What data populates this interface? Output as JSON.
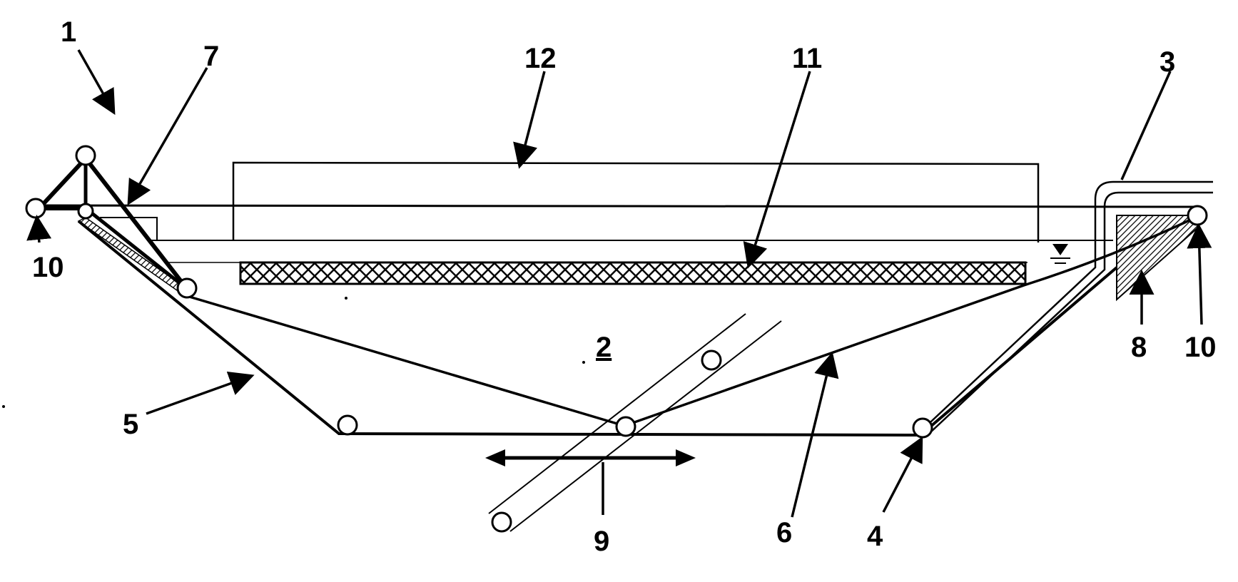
{
  "labels": {
    "l1": "1",
    "l2": "2",
    "l3": "3",
    "l4": "4",
    "l5": "5",
    "l6": "6",
    "l7": "7",
    "l8": "8",
    "l9": "9",
    "l10a": "10",
    "l10b": "10",
    "l11": "11",
    "l12": "12"
  },
  "colors": {
    "ink": "#000000",
    "background": "#ffffff"
  }
}
